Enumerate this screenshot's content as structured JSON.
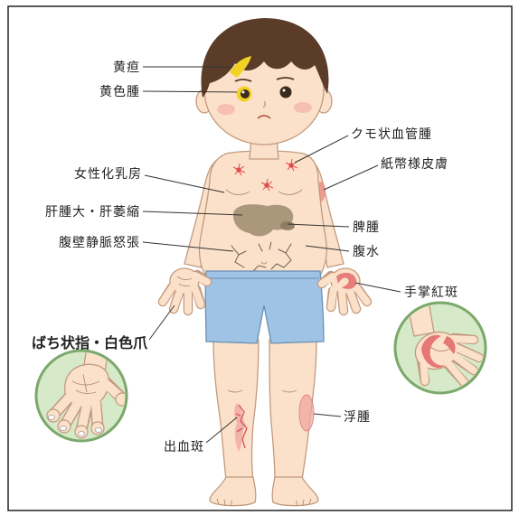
{
  "labels": {
    "jaundice": "黄疸",
    "xanthoma": "黄色腫",
    "spider_angioma": "クモ状血管腫",
    "paper_money_skin": "紙幣様皮膚",
    "gynecomastia": "女性化乳房",
    "hepatomegaly_atrophy": "肝腫大・肝萎縮",
    "splenomegaly": "脾腫",
    "abdominal_vein_distension": "腹壁静脈怒張",
    "ascites": "腹水",
    "palmar_erythema": "手掌紅斑",
    "clubbing_white_nails": "ばち状指・白色爪",
    "edema": "浮腫",
    "purpura": "出血斑"
  },
  "colors": {
    "skin": "#fbe1ca",
    "hair": "#5b3c28",
    "yellow": "#f2d325",
    "shorts": "#9ec3e4",
    "red": "#e26b6b",
    "liver": "#9c8a6c",
    "inset-fill": "#d6e9c9",
    "inset-border": "#7ba86b"
  }
}
